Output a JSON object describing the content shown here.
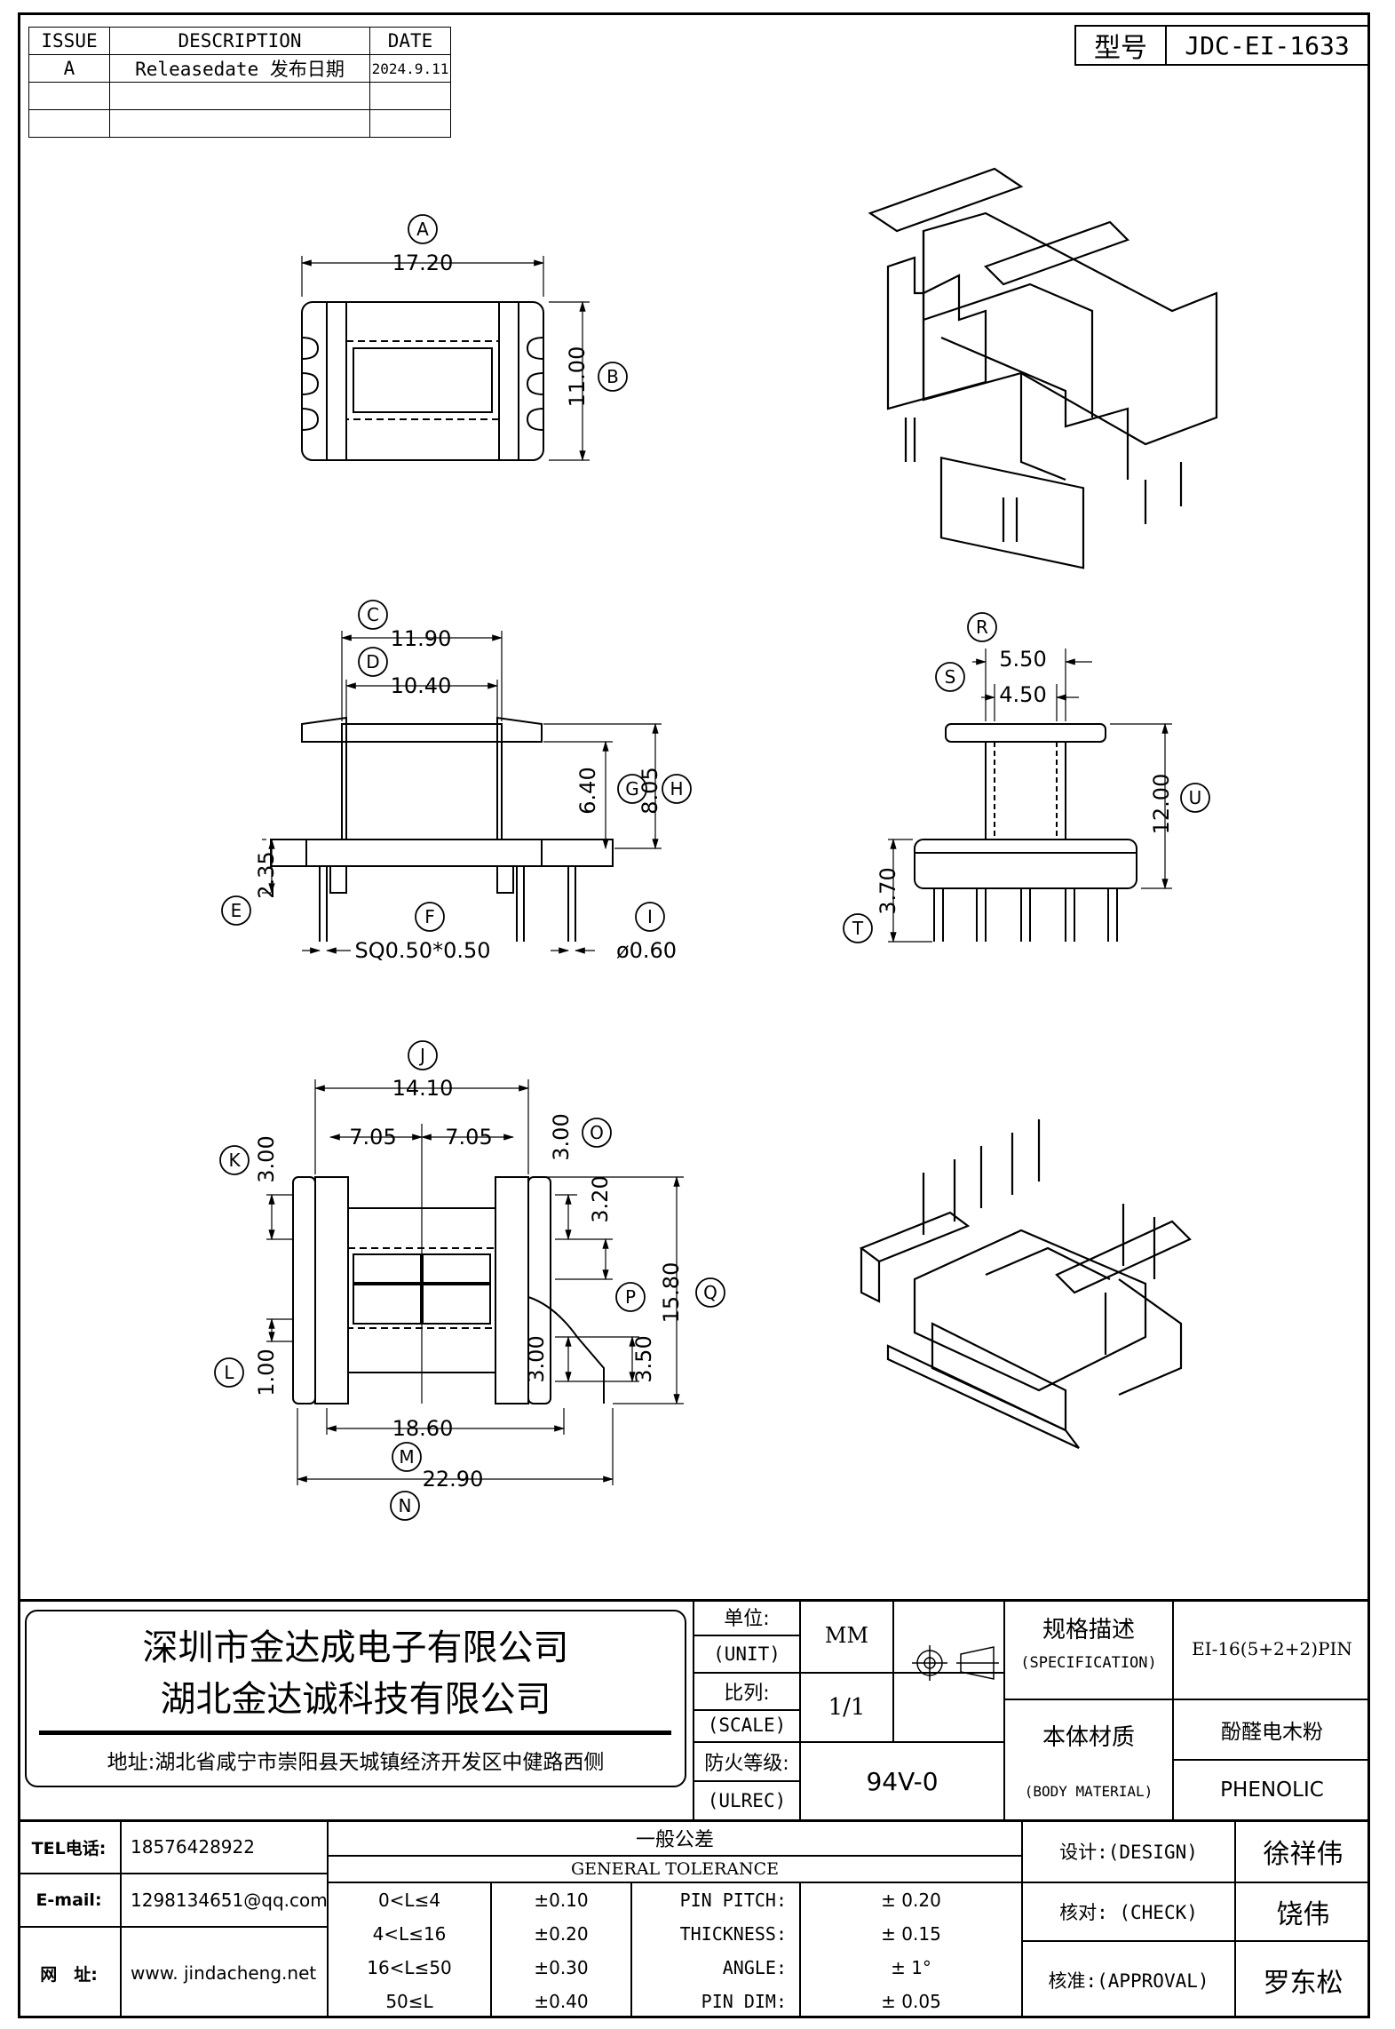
{
  "revision": {
    "headers": [
      "ISSUE",
      "DESCRIPTION",
      "DATE"
    ],
    "rows": [
      [
        "A",
        "Releasedate 发布日期",
        "2024.9.11"
      ],
      [
        "",
        "",
        ""
      ],
      [
        "",
        "",
        ""
      ]
    ]
  },
  "model": {
    "label": "型号",
    "value": "JDC-EI-1633"
  },
  "dimensions": {
    "A": "17.20",
    "B": "11.00",
    "C": "11.90",
    "D": "10.40",
    "E": "2.35",
    "F": "SQ0.50*0.50",
    "G": "6.40",
    "H": "8.05",
    "I": "ø0.60",
    "R": "5.50",
    "S": "4.50",
    "T": "3.70",
    "U": "12.00",
    "J": "14.10",
    "J_half_left": "7.05",
    "J_half_right": "7.05",
    "K": "3.00",
    "K2": "3.00",
    "L": "1.00",
    "M": "18.60",
    "N": "22.90",
    "O": "3.00",
    "O2": "3.20",
    "P": "3.00",
    "P2": "3.50",
    "Q": "15.80"
  },
  "callouts": [
    "A",
    "B",
    "C",
    "D",
    "E",
    "F",
    "G",
    "H",
    "I",
    "R",
    "S",
    "T",
    "U",
    "J",
    "K",
    "L",
    "M",
    "N",
    "O",
    "P",
    "Q"
  ],
  "company": {
    "name1": "深圳市金达成电子有限公司",
    "name2": "湖北金达诚科技有限公司",
    "address": "地址:湖北省咸宁市崇阳县天城镇经济开发区中健路西侧",
    "tel_label": "TEL电话:",
    "tel": "18576428922",
    "email_label": "E-mail:",
    "email": "1298134651@qq.com",
    "web_label": "网　址:",
    "web": "www. jindacheng.net"
  },
  "spec": {
    "unit_label": "单位:",
    "unit_label_en": "(UNIT)",
    "unit": "MM",
    "scale_label": "比列:",
    "scale_label_en": "(SCALE)",
    "scale": "1/1",
    "fire_label": "防火等级:",
    "fire_label_en": "(ULREC)",
    "fire": "94V-0",
    "spec_label": "规格描述",
    "spec_label_en": "(SPECIFICATION)",
    "spec_value": "EI-16(5+2+2)PIN",
    "material_label": "本体材质",
    "material_label_en": "(BODY MATERIAL)",
    "material_cn": "酚醛电木粉",
    "material_en": "PHENOLIC"
  },
  "tolerance": {
    "title_cn": "一般公差",
    "title_en": "GENERAL TOLERANCE",
    "ranges": [
      "0<L≤4",
      "4<L≤16",
      "16<L≤50",
      "50≤L"
    ],
    "values": [
      "±0.10",
      "±0.20",
      "±0.30",
      "±0.40"
    ],
    "items": [
      "PIN PITCH:",
      "THICKNESS:",
      "ANGLE:",
      "PIN DIM:"
    ],
    "item_values": [
      "± 0.20",
      "± 0.15",
      "± 1°",
      "± 0.05"
    ]
  },
  "approvals": {
    "design_label": "设计:(DESIGN)",
    "design": "徐祥伟",
    "check_label": "核对: (CHECK)",
    "check": "饶伟",
    "approve_label": "核准:(APPROVAL)",
    "approve": "罗东松"
  }
}
